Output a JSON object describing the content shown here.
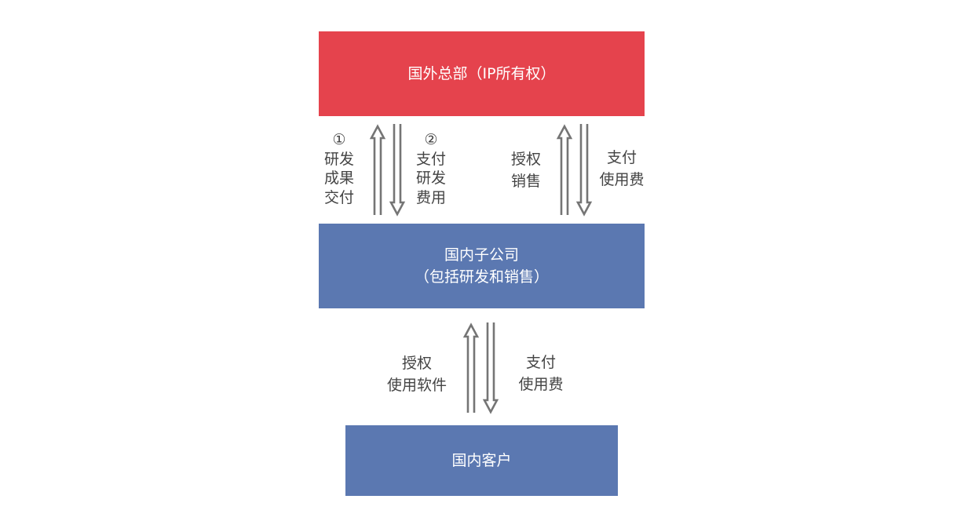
{
  "colors": {
    "hq": "#e5434d",
    "subsidiary": "#5b78b1",
    "arrow": "#757575",
    "label_text": "#444444"
  },
  "nodes": {
    "hq": {
      "label": "国外总部（IP所有权）"
    },
    "subsidiary": {
      "line1": "国内子公司",
      "line2": "（包括研发和销售）"
    },
    "customer": {
      "label": "国内客户"
    }
  },
  "edges": {
    "rd_delivery": {
      "marker": "①",
      "lines": [
        "研发",
        "成果",
        "交付"
      ]
    },
    "rd_payment": {
      "marker": "②",
      "lines": [
        "支付",
        "研发",
        "费用"
      ]
    },
    "license_sales": {
      "lines": [
        "授权",
        "销售"
      ]
    },
    "usage_fee_to_hq": {
      "lines": [
        "支付",
        "使用费"
      ]
    },
    "license_software": {
      "lines": [
        "授权",
        "使用软件"
      ]
    },
    "usage_fee_to_sub": {
      "lines": [
        "支付",
        "使用费"
      ]
    }
  }
}
